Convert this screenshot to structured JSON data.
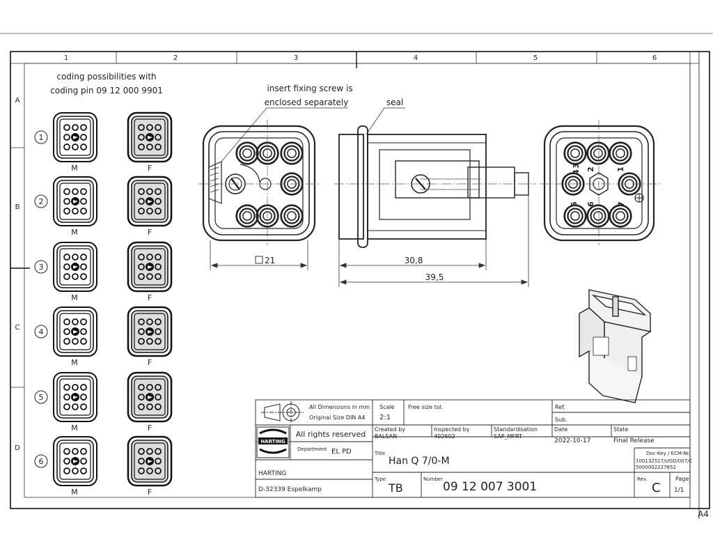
{
  "sheet": {
    "columns": [
      "1",
      "2",
      "3",
      "4",
      "5",
      "6"
    ],
    "rows": [
      "A",
      "B",
      "C",
      "D"
    ],
    "format": "A4"
  },
  "coding": {
    "heading_line1": "coding possibilities with",
    "heading_line2": "coding pin 09 12 000 9901",
    "variants": [
      {
        "num": "1",
        "male": "M",
        "female": "F"
      },
      {
        "num": "2",
        "male": "M",
        "female": "F"
      },
      {
        "num": "3",
        "male": "M",
        "female": "F"
      },
      {
        "num": "4",
        "male": "M",
        "female": "F"
      },
      {
        "num": "5",
        "male": "M",
        "female": "F"
      },
      {
        "num": "6",
        "male": "M",
        "female": "F"
      }
    ]
  },
  "annotations": {
    "screw_line1": "insert fixing screw is",
    "screw_line2": "enclosed separately",
    "seal": "seal"
  },
  "dimensions": {
    "square": "21",
    "length_short": "30,8",
    "length_long": "39,5"
  },
  "pin_labels": [
    "1",
    "2",
    "3",
    "4",
    "5",
    "6",
    "7"
  ],
  "title_block": {
    "all_dims": "All Dimensions in mm",
    "original_size": "Original Size DIN A4",
    "scale_label": "Scale",
    "scale_value": "2:1",
    "tolerance": "Free size tol.",
    "ref_label": "Ref.",
    "sub_label": "Sub.",
    "logo_text": "HARTING",
    "rights": "All rights reserved",
    "department_label": "Department",
    "department_value": "EL PD",
    "company": "HARTING",
    "address": "D-32339 Espelkamp",
    "created_label": "Created by",
    "created_value": "BALSAN",
    "inspected_label": "Inspected by",
    "inspected_value": "402602",
    "standard_label": "Standardisation",
    "standard_value": "SAP_MFRT",
    "date_label": "Date",
    "date_value": "2022-10-17",
    "state_label": "State",
    "state_value": "Final Release",
    "title_label": "Title",
    "title_value": "Han Q 7/0-M",
    "dockey_label": "Doc-Key / ECM-Nr.",
    "dockey_value1": "100132517/UGD/007/C",
    "dockey_value2": "5000002227852",
    "type_label": "Type",
    "type_value": "TB",
    "number_label": "Number",
    "number_value": "09 12 007 3001",
    "rev_label": "Rev.",
    "rev_value": "C",
    "page_label": "Page",
    "page_value": "1/1"
  }
}
